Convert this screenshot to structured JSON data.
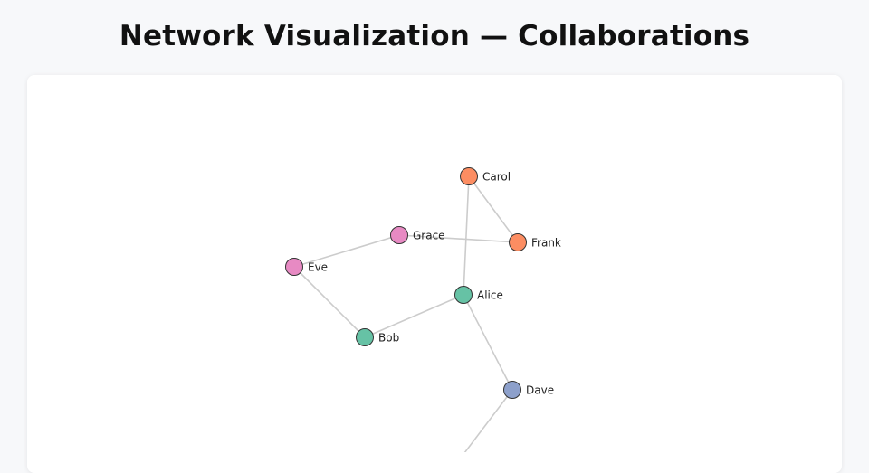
{
  "title": "Network Visualization — Collaborations",
  "colors": {
    "teal": "#66c2a5",
    "orange": "#fc8d62",
    "blue": "#8da0cb",
    "pink": "#e78ac3",
    "edge": "#cccccc",
    "stroke": "#333333"
  },
  "nodes": [
    {
      "id": "Carol",
      "color": "#fc8d62"
    },
    {
      "id": "Frank",
      "color": "#fc8d62"
    },
    {
      "id": "Grace",
      "color": "#e78ac3"
    },
    {
      "id": "Eve",
      "color": "#e78ac3"
    },
    {
      "id": "Alice",
      "color": "#66c2a5"
    },
    {
      "id": "Bob",
      "color": "#66c2a5"
    },
    {
      "id": "Dave",
      "color": "#8da0cb"
    }
  ],
  "edges": [
    [
      "Carol",
      "Frank"
    ],
    [
      "Carol",
      "Alice"
    ],
    [
      "Grace",
      "Frank"
    ],
    [
      "Grace",
      "Eve"
    ],
    [
      "Eve",
      "Bob"
    ],
    [
      "Bob",
      "Alice"
    ],
    [
      "Alice",
      "Dave"
    ]
  ]
}
